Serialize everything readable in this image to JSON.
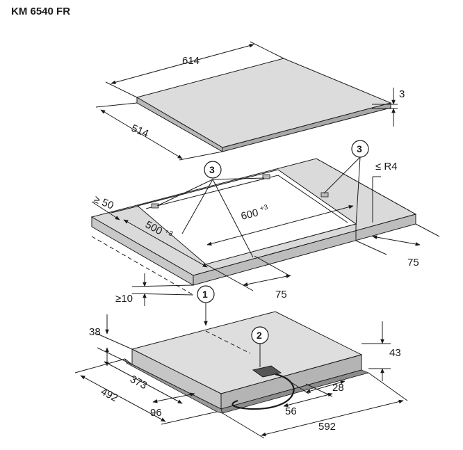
{
  "title": "KM 6540 FR",
  "dimensions": {
    "hob_width": "614",
    "hob_depth": "514",
    "hob_glass_thickness": "3",
    "cutout_min_front": "≥ 50",
    "cutout_depth": "500",
    "cutout_depth_tol": "+3",
    "cutout_width": "600",
    "cutout_width_tol": "+3",
    "corner_radius": "≤ R4",
    "rear_clearance_right": "75",
    "rear_clearance_front": "75",
    "min_below": "≥10",
    "body_height_left": "38",
    "body_height_right": "43",
    "body_depth_inner": "373",
    "body_depth_outer": "492",
    "connector_offset": "96",
    "connector_56": "56",
    "connector_28": "28",
    "body_width": "592"
  },
  "callouts": {
    "one": "1",
    "two": "2",
    "three": "3"
  }
}
